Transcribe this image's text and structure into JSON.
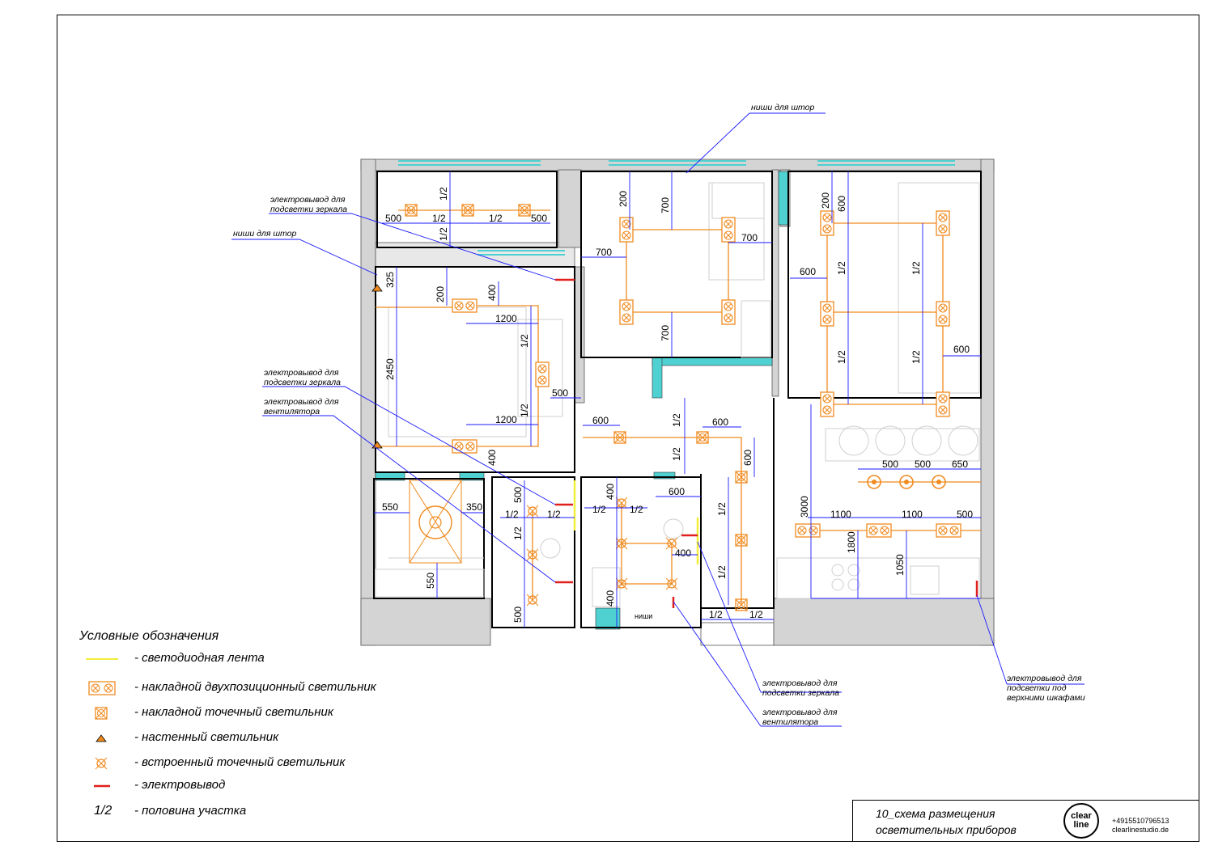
{
  "drawing": {
    "dims_top_left_room": [
      "500",
      "1/2",
      "1/2",
      "500",
      "1/2",
      "1/2"
    ],
    "dims_bedroom": [
      "325",
      "200",
      "400",
      "1200",
      "1/2",
      "2450",
      "500",
      "1200",
      "1/2",
      "400"
    ],
    "dims_wardrobe": [
      "550",
      "350",
      "550"
    ],
    "dims_center_room": [
      "200",
      "700",
      "700",
      "700",
      "700"
    ],
    "dims_hall": [
      "600",
      "1/2",
      "600",
      "1/2",
      "600",
      "1/2",
      "1/2",
      "600",
      "1/2",
      "1/2"
    ],
    "dims_baths": [
      "500",
      "1/2",
      "1/2",
      "1/2",
      "500",
      "400",
      "1/2",
      "1/2",
      "400",
      "400"
    ],
    "dims_right_room": [
      "200",
      "600",
      "600",
      "1/2",
      "1/2",
      "1/2",
      "1/2",
      "600"
    ],
    "dims_kitchen": [
      "500",
      "500",
      "650",
      "3000",
      "1100",
      "1100",
      "500",
      "1800",
      "1050"
    ],
    "notes": {
      "curtain_niche_top": "ниши для штор",
      "curtain_niche_left": "ниши для штор",
      "mirror_outlet_1_line1": "электровывод для",
      "mirror_outlet_1_line2": "подсветки зеркала",
      "mirror_outlet_2_line1": "электровывод для",
      "mirror_outlet_2_line2": "подсветки зеркала",
      "fan_outlet_1_line1": "электровывод для",
      "fan_outlet_1_line2": "вентилятора",
      "mirror_outlet_3_line1": "электровывод для",
      "mirror_outlet_3_line2": "подсветки зеркала",
      "fan_outlet_2_line1": "электровывод для",
      "fan_outlet_2_line2": "вентилятора",
      "cabinet_outlet_line1": "электровывод для",
      "cabinet_outlet_line2": "подсветки под",
      "cabinet_outlet_line3": "верхними шкафами",
      "niche_label": "ниши"
    }
  },
  "legend": {
    "title": "Условные обозначения",
    "items": [
      {
        "label": "- светодиодная лента",
        "color": "#f2ee3a"
      },
      {
        "label": "- накладной двухпозиционный светильник",
        "color": "#f08a1e"
      },
      {
        "label": "- накладной точечный светильник",
        "color": "#f08a1e"
      },
      {
        "label": "- настенный светильник",
        "color": "#f08a1e"
      },
      {
        "label": "- встроенный точечный светильник",
        "color": "#f08a1e"
      },
      {
        "label": "- электровывод",
        "color": "#e0201c"
      },
      {
        "label": "- половина участка",
        "symbol_text": "1/2"
      }
    ]
  },
  "titleblock": {
    "title_line1": "10_схема размещения",
    "title_line2": "осветительных приборов",
    "logo_line1": "clear",
    "logo_line2": "line",
    "phone": "+4915510796513",
    "website": "clearlinestudio.de"
  },
  "colors": {
    "wall": "#d4d4d4",
    "niche": "#4fd1d1",
    "fixture": "#f08a1e",
    "dimension": "#1a1aff",
    "outlet": "#e0201c",
    "led": "#f2ee3a"
  }
}
